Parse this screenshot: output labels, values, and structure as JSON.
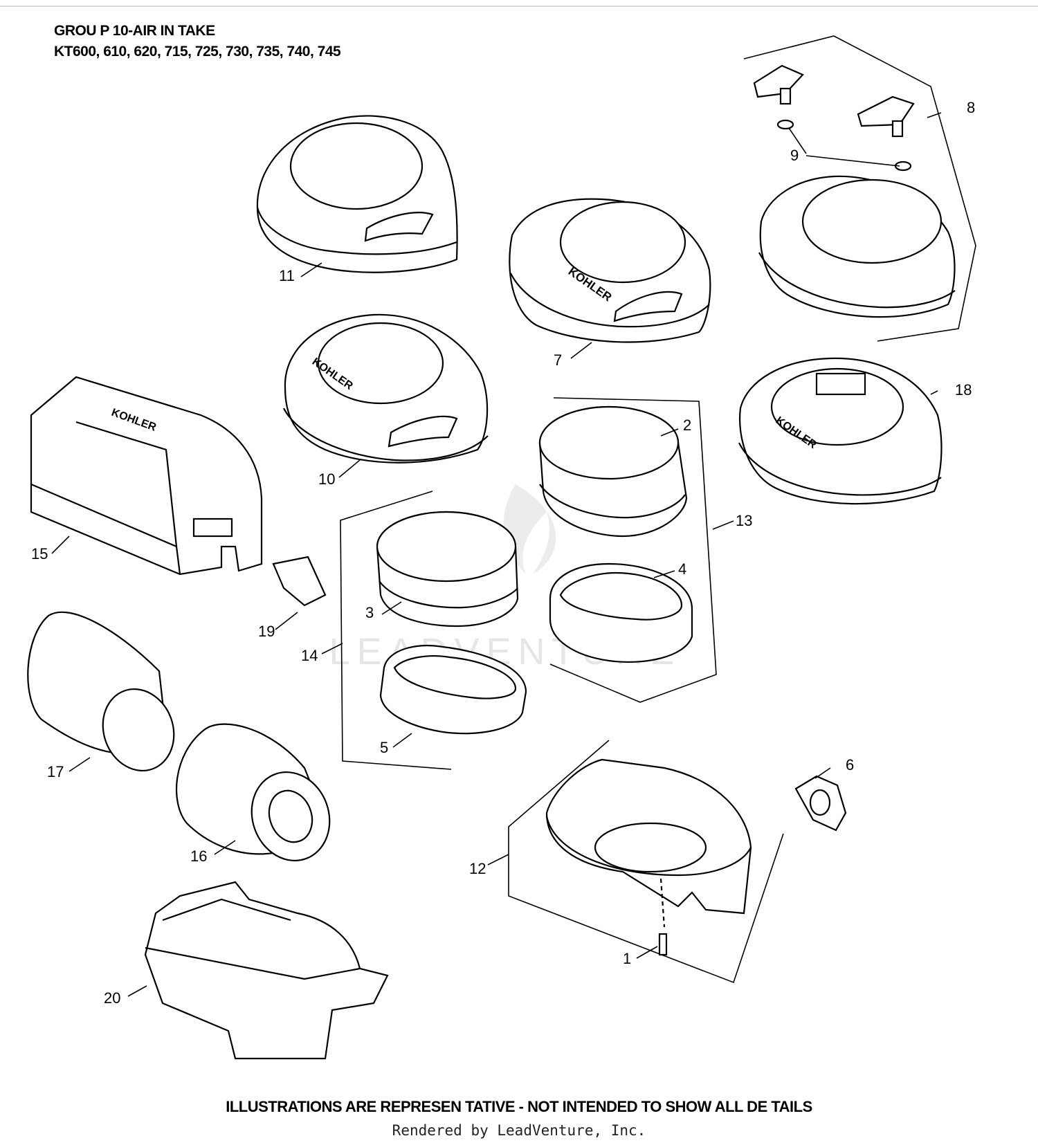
{
  "header": {
    "group_title": "GROU P 10-AIR IN TAKE",
    "models": "KT600, 610, 620, 715, 725, 730, 735, 740, 745"
  },
  "watermark": "LEADVENTURE",
  "brand_label": "KOHLER",
  "callouts": [
    "1",
    "2",
    "3",
    "4",
    "5",
    "6",
    "7",
    "8",
    "9",
    "10",
    "11",
    "12",
    "13",
    "14",
    "15",
    "16",
    "17",
    "18",
    "19",
    "20"
  ],
  "footer": {
    "disclaimer": "ILLUSTRATIONS ARE REPRESEN TATIVE - NOT INTENDED   TO SHOW ALL DE TAILS",
    "credit": "Rendered by LeadVenture, Inc."
  }
}
